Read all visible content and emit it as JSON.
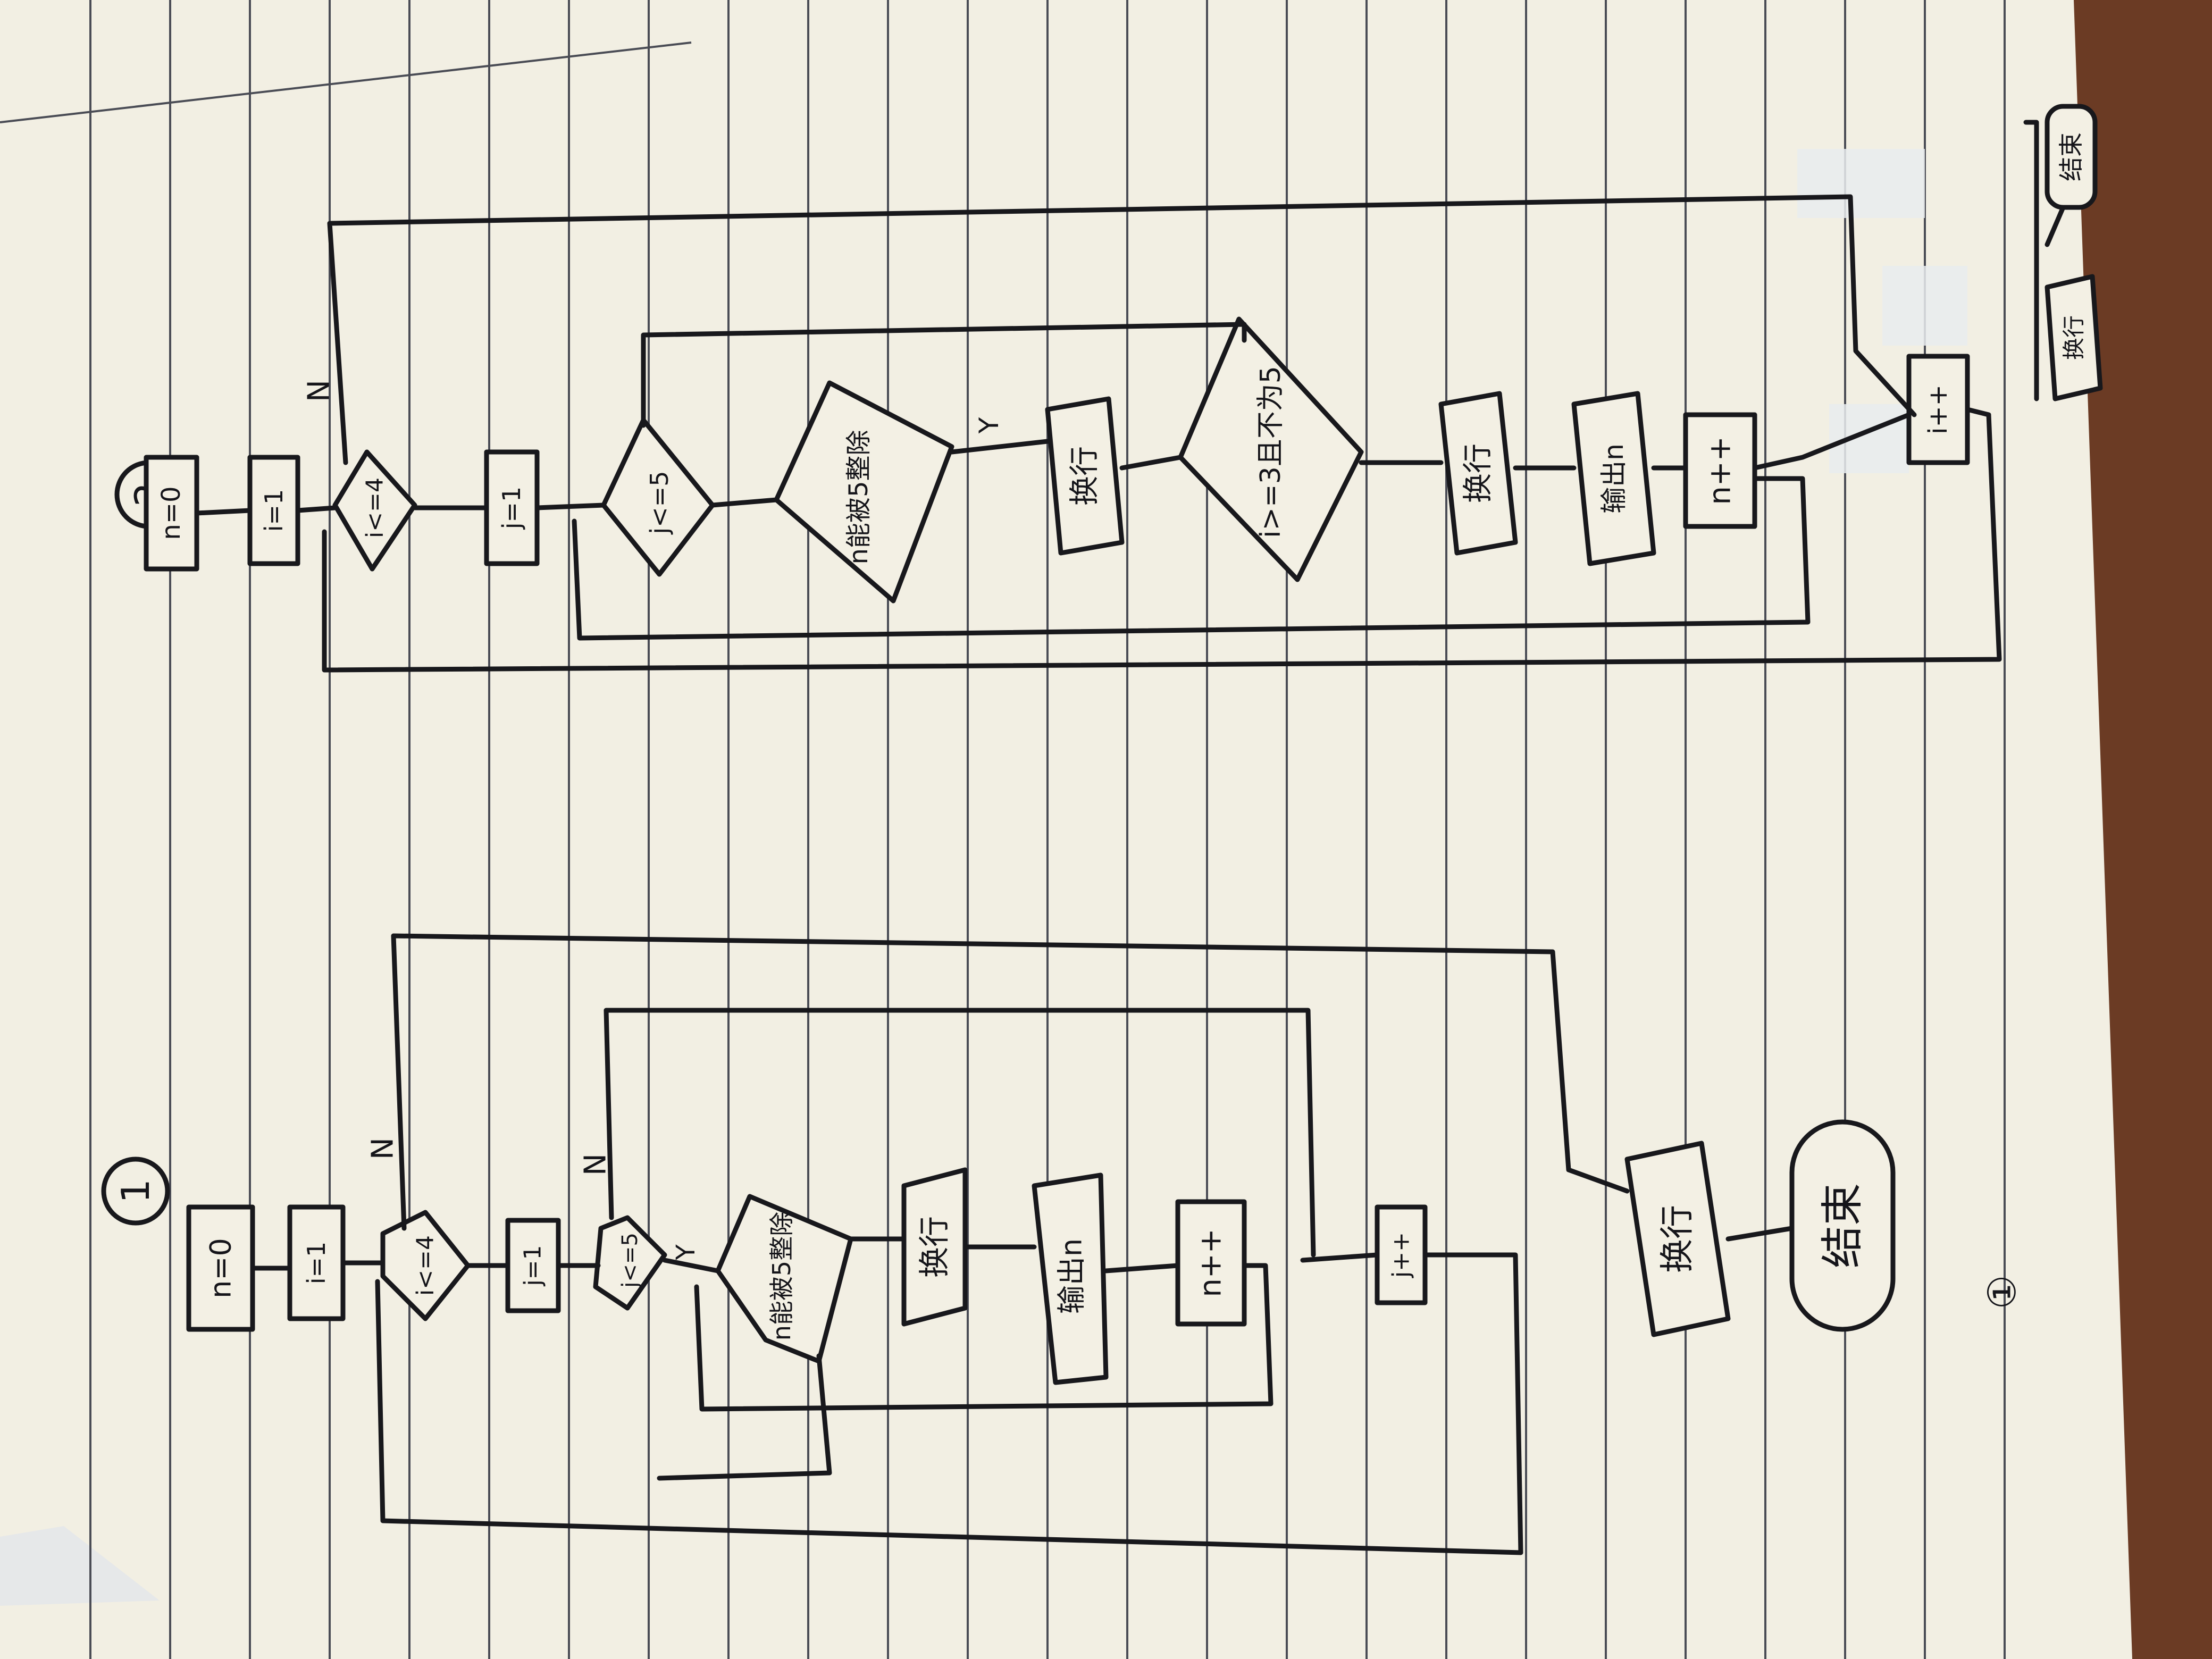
{
  "colors": {
    "paper": "#f2efe3",
    "ink": "#18181c",
    "rule_line": "#4a4c55",
    "background": "#2f3a33",
    "table_blue": "#a9b8cc",
    "tape": "#e9ecee"
  },
  "section_labels": {
    "part1": "1",
    "part2": "2"
  },
  "flow1": {
    "n_init": "n=0",
    "i_init": "i=1",
    "cond_outer": "i<=4",
    "j_init": "j=1",
    "cond_inner": "j<=5",
    "cond_divisible": "n能被5整除",
    "newline": "换行",
    "output": "输出n",
    "counter": "n++",
    "j_inc": "j++",
    "newline_end": "换行",
    "end": "结束",
    "label_n1": "N",
    "label_n2": "N",
    "label_y": "Y",
    "page_mark": "①"
  },
  "flow2": {
    "n_init": "n=0",
    "i_init": "i=1",
    "cond_outer": "i<=4",
    "j_init": "j=1",
    "cond_inner": "j<=5",
    "cond_divisible": "n能被5整除",
    "newline": "换行",
    "cond_greater": "i>=3且不为5",
    "newline2": "换行",
    "output": "输出n",
    "counter": "n++",
    "i_inc": "i++",
    "output_end": "换行",
    "end": "结束",
    "label_n": "N",
    "label_y": "Y"
  }
}
